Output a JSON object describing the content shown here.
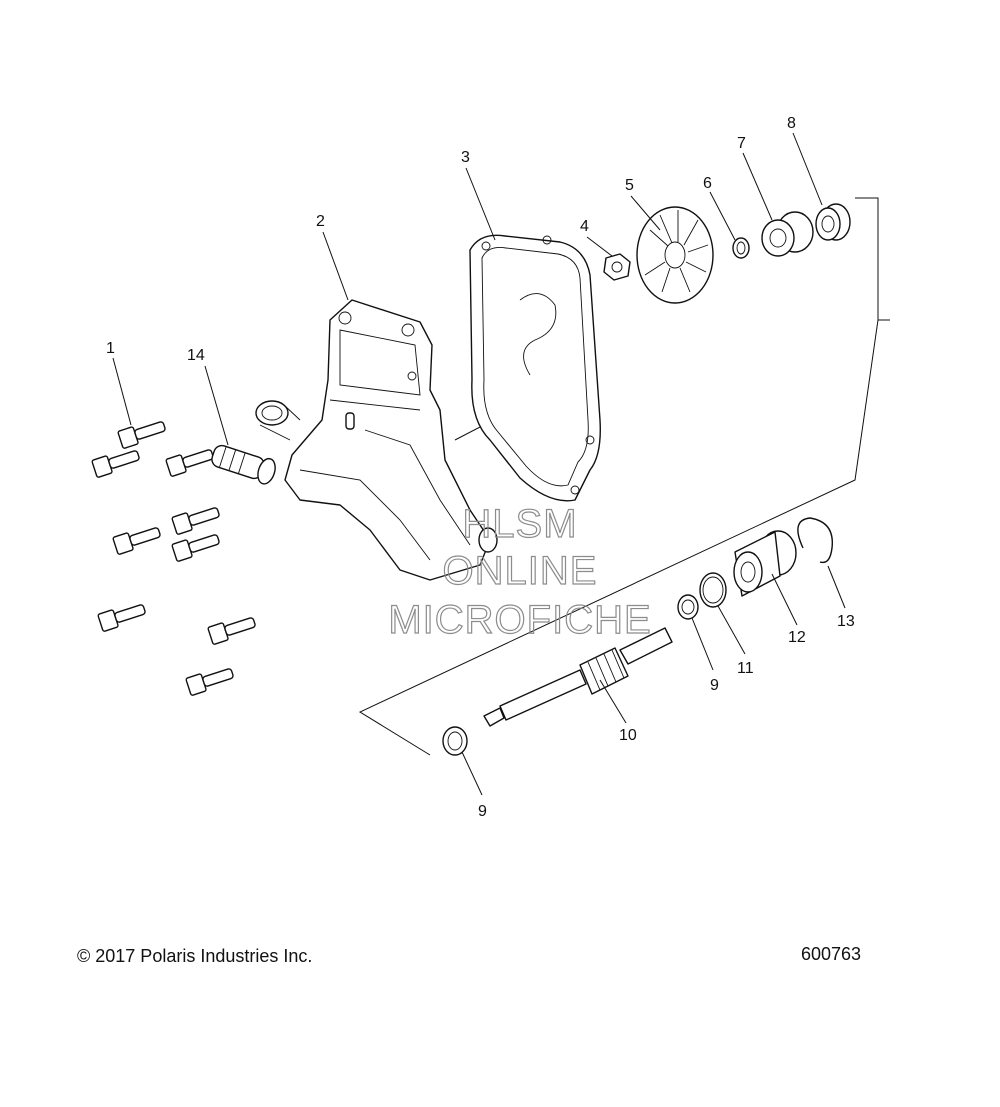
{
  "callouts": {
    "c1": "1",
    "c2": "2",
    "c3": "3",
    "c4": "4",
    "c5": "5",
    "c6": "6",
    "c7": "7",
    "c8": "8",
    "c9a": "9",
    "c9b": "9",
    "c10": "10",
    "c11": "11",
    "c12": "12",
    "c13": "13",
    "c14": "14"
  },
  "watermark": {
    "line1": "HLSM",
    "line2": "ONLINE",
    "line3": "MICROFICHE"
  },
  "footer": {
    "copyright": "© 2017 Polaris Industries Inc.",
    "diagram_number": "600763"
  }
}
